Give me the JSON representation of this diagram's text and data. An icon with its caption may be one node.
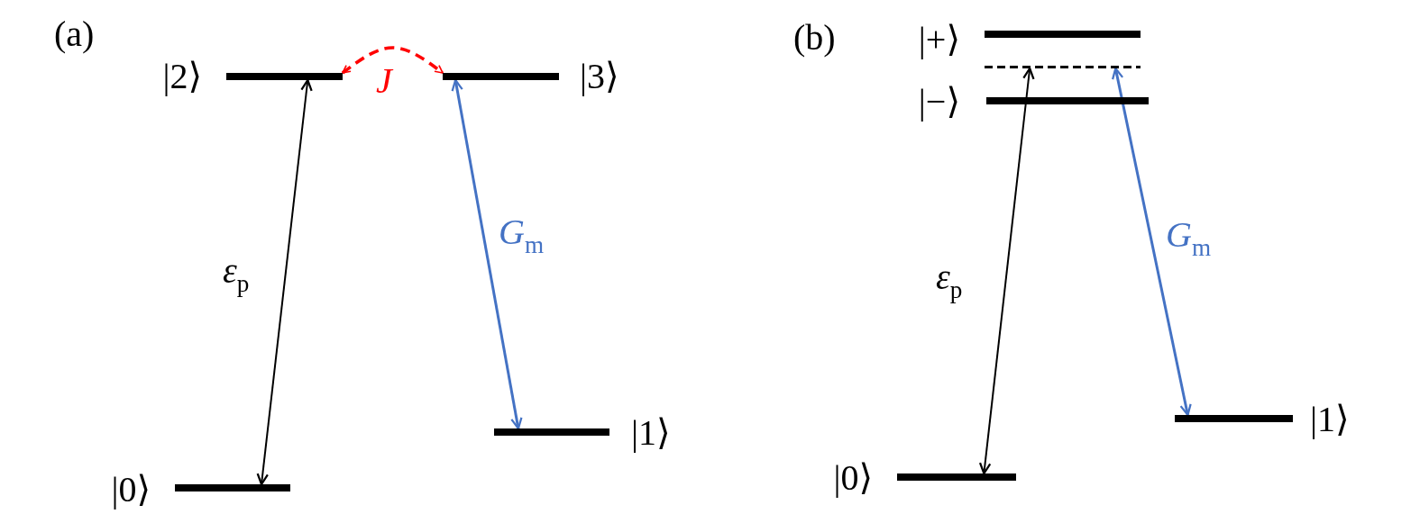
{
  "diagram": {
    "nodes": [
      {
        "text": [],
        "shape": "bar",
        "beside": [
          "|2⟩"
        ]
      },
      {
        "text": [],
        "shape": "bar",
        "beside": [
          "|3⟩"
        ]
      },
      {
        "text": [],
        "shape": "bar",
        "beside": [
          "|1⟩"
        ]
      },
      {
        "text": [],
        "shape": "bar",
        "beside": [
          "|0⟩"
        ]
      },
      {
        "text": [],
        "shape": "bar",
        "beside": [
          "|+⟩"
        ]
      },
      {
        "text": [],
        "shape": "line"
      },
      {
        "text": [],
        "shape": "bar",
        "beside": [
          "|−⟩"
        ]
      },
      {
        "text": [],
        "shape": "bar",
        "beside": [
          "|1⟩"
        ]
      },
      {
        "text": [],
        "shape": "bar",
        "beside": [
          "|0⟩"
        ]
      }
    ],
    "edges": [
      {
        "from": 3,
        "to": 0,
        "arrow": "both",
        "label": "*ε*$_{p}$"
      },
      {
        "from": 2,
        "to": 1,
        "arrow": "both",
        "label": "*G*$_{m}$",
        "color": "#4472c4"
      },
      {
        "from": 0,
        "to": 1,
        "arrow": "both",
        "label": "J",
        "style": "dashed",
        "color": "#ff0000"
      },
      {
        "from": 8,
        "to": 5,
        "arrow": "both",
        "label": "*ε*$_{p}$"
      },
      {
        "from": 7,
        "to": 5,
        "arrow": "both",
        "label": "*G*$_{m}$",
        "color": "#4472c4"
      }
    ],
    "labels": [
      "(a)",
      "(b)"
    ]
  }
}
